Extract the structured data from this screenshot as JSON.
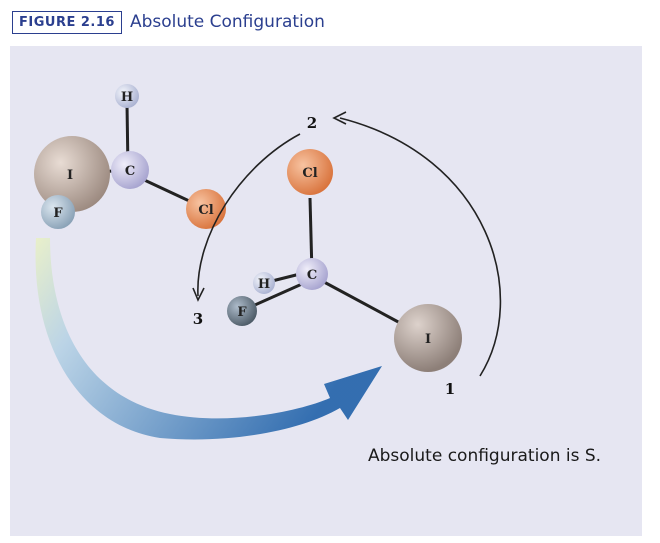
{
  "figure": {
    "number": "FIGURE 2.16",
    "title": "Absolute Configuration"
  },
  "left_molecule": {
    "atoms": [
      {
        "label": "H",
        "color": "#c9cfe6"
      },
      {
        "label": "C",
        "color": "#c3c3e4"
      },
      {
        "label": "I",
        "color": "#bfb0a6"
      },
      {
        "label": "F",
        "color": "#a9bccb"
      },
      {
        "label": "Cl",
        "color": "#e98e5a"
      }
    ]
  },
  "right_molecule": {
    "atoms": [
      {
        "label": "Cl",
        "color": "#e98e5a"
      },
      {
        "label": "C",
        "color": "#c3c3e4"
      },
      {
        "label": "H",
        "color": "#c9cfe6"
      },
      {
        "label": "F",
        "color": "#6e7f8e"
      },
      {
        "label": "I",
        "color": "#b8aaa2"
      }
    ]
  },
  "priority_labels": {
    "first": "1",
    "second": "2",
    "third": "3"
  },
  "result_text": "Absolute configuration is S.",
  "colors": {
    "figure_blue": "#2b3f8f",
    "panel_background": "#e6e6f2",
    "arrow_blue": "#2f6fb3"
  }
}
